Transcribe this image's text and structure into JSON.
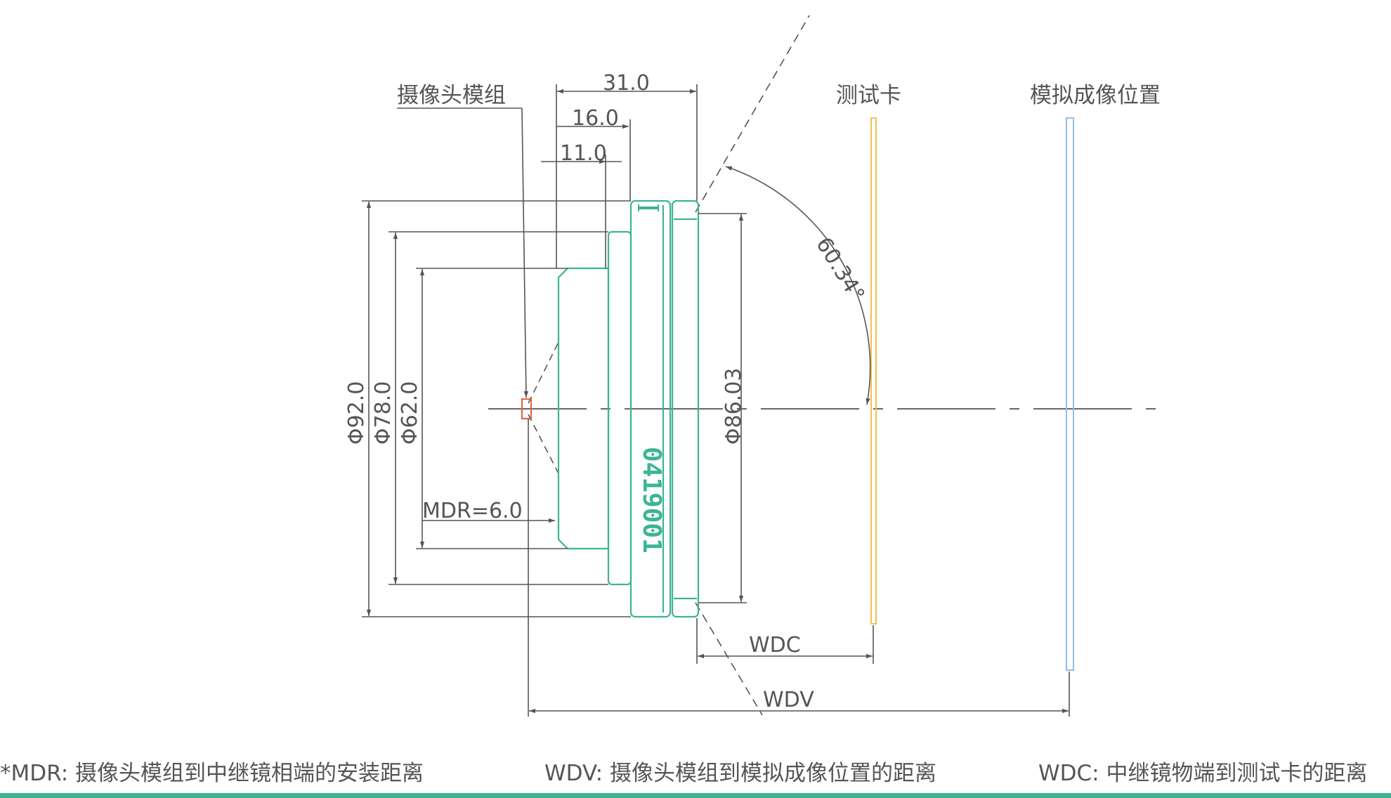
{
  "labels": {
    "camera_module": "摄像头模组",
    "test_card": "测试卡",
    "virtual_image": "模拟成像位置",
    "serial": "0419001"
  },
  "dimensions": {
    "length_total": "31.0",
    "length_mid": "16.0",
    "length_short": "11.0",
    "dia_92": "Φ92.0",
    "dia_78": "Φ78.0",
    "dia_62": "Φ62.0",
    "dia_86": "Φ86.03",
    "mdr": "MDR=6.0",
    "wdc": "WDC",
    "wdv": "WDV",
    "angle": "60.34°"
  },
  "notes": {
    "mdr": "*MDR: 摄像头模组到中继镜相端的安装距离",
    "wdv": "WDV: 摄像头模组到模拟成像位置的距离",
    "wdc": "WDC: 中继镜物端到测试卡的距离"
  },
  "colors": {
    "lens": "#3cb497",
    "test_card": "#f2c14e",
    "virtual_image": "#8fbfe8",
    "sensor": "#e0603a",
    "lines": "#555555",
    "bottom_rule": "#3cb497"
  }
}
